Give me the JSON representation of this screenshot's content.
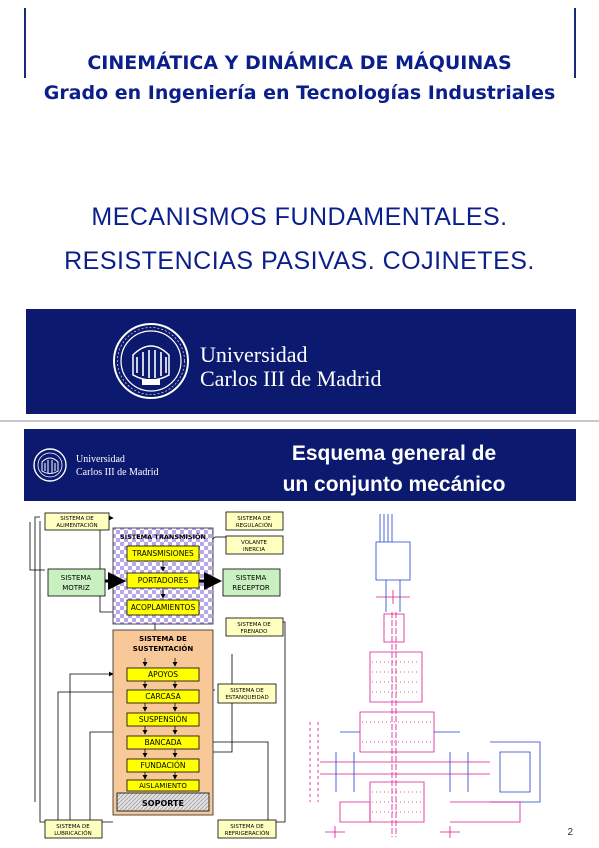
{
  "slide1": {
    "course_title": "CINEMÁTICA Y DINÁMICA DE MÁQUINAS",
    "degree": "Grado en Ingeniería en Tecnologías Industriales",
    "topic_line1": "MECANISMOS  FUNDAMENTALES.",
    "topic_line2": "RESISTENCIAS  PASIVAS.  COJINETES.",
    "university_line1": "Universidad",
    "university_line2": "Carlos III de Madrid"
  },
  "slide2": {
    "title_line1": "Esquema general de",
    "title_line2": "un conjunto mecánico",
    "university_line1": "Universidad",
    "university_line2": "Carlos III de Madrid",
    "page_number": "2",
    "diagram": {
      "sistema_alimentacion": [
        "SISTEMA DE",
        "ALIMENTACIÓN"
      ],
      "sistema_regulacion": [
        "SISTEMA DE",
        "REGULACIÓN"
      ],
      "sistema_transmision": "SISTEMA TRANSMISIÓN",
      "transmisiones": "TRANSMISIONES",
      "volante_inercia": [
        "VOLANTE",
        "INERCIA"
      ],
      "sistema_motriz": [
        "SISTEMA",
        "MOTRIZ"
      ],
      "portadores": "PORTADORES",
      "sistema_receptor": [
        "SISTEMA",
        "RECEPTOR"
      ],
      "acoplamientos": "ACOPLAMIENTOS",
      "sistema_frenado": [
        "SISTEMA DE",
        "FRENADO"
      ],
      "sistema_sustentacion": [
        "SISTEMA DE",
        "SUSTENTACIÓN"
      ],
      "apoyos": "APOYOS",
      "carcasa": "CARCASA",
      "sistema_estanqueidad": [
        "SISTEMA DE",
        "ESTANQUEIDAD"
      ],
      "suspension": "SUSPENSIÓN",
      "bancada": "BANCADA",
      "fundacion": "FUNDACIÓN",
      "aislamiento": "AISLAMIENTO",
      "soporte": "SOPORTE",
      "sistema_lubricacion": [
        "SISTEMA DE",
        "LUBRICACIÓN"
      ],
      "sistema_refrigeracion": [
        "SISTEMA DE",
        "REFRIGERACIÓN"
      ]
    }
  },
  "colors": {
    "navy": "#0b1a6e",
    "title_blue": "#0b1f8c",
    "yellow": "#ffff00",
    "green": "#c8f0c0",
    "orange": "#f8c898",
    "lavender": "#d8c8f0",
    "drawing_magenta": "#d81a8c",
    "drawing_blue": "#2040d0"
  }
}
